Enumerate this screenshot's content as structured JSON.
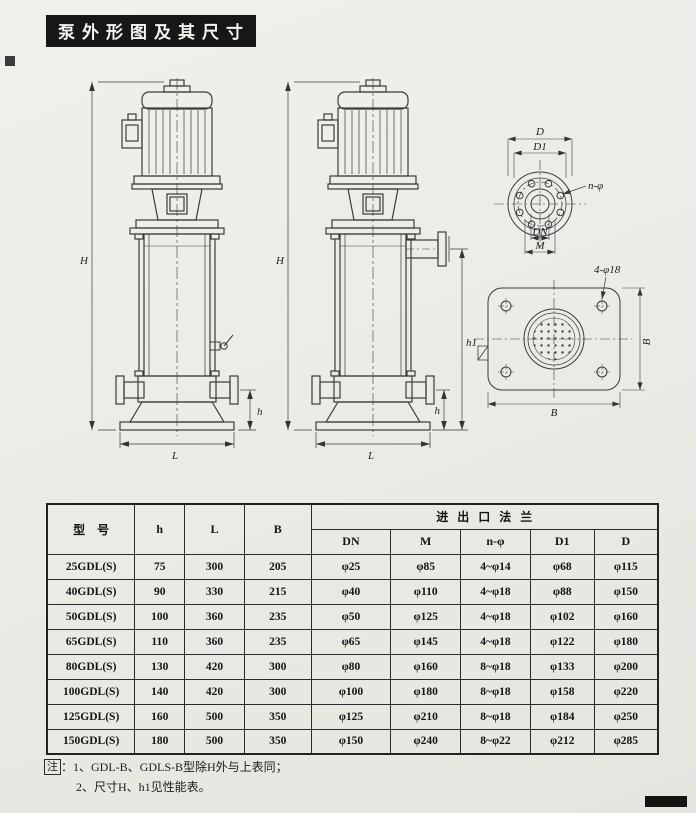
{
  "page": {
    "title": "泵外形图及其尺寸"
  },
  "drawings": {
    "pump_left": {
      "H": "H",
      "h": "h",
      "L": "L"
    },
    "pump_mid": {
      "H": "H",
      "h": "h",
      "h1": "h1",
      "L": "L"
    },
    "flange_round": {
      "D": "D",
      "D1": "D1",
      "DN": "DN",
      "M": "M",
      "n_phi": "n-φ"
    },
    "flange_square": {
      "holes": "4-φ18",
      "B_right": "B",
      "B_bottom": "B"
    }
  },
  "table": {
    "headers": {
      "model": "型号",
      "h": "h",
      "L": "L",
      "B": "B",
      "flange": "进出口法兰",
      "DN": "DN",
      "M": "M",
      "n_phi": "n-φ",
      "D1": "D1",
      "D": "D"
    },
    "rows": [
      {
        "model": "25GDL(S)",
        "h": "75",
        "L": "300",
        "B": "205",
        "DN": "φ25",
        "M": "φ85",
        "n_phi": "4~φ14",
        "D1": "φ68",
        "D": "φ115"
      },
      {
        "model": "40GDL(S)",
        "h": "90",
        "L": "330",
        "B": "215",
        "DN": "φ40",
        "M": "φ110",
        "n_phi": "4~φ18",
        "D1": "φ88",
        "D": "φ150"
      },
      {
        "model": "50GDL(S)",
        "h": "100",
        "L": "360",
        "B": "235",
        "DN": "φ50",
        "M": "φ125",
        "n_phi": "4~φ18",
        "D1": "φ102",
        "D": "φ160"
      },
      {
        "model": "65GDL(S)",
        "h": "110",
        "L": "360",
        "B": "235",
        "DN": "φ65",
        "M": "φ145",
        "n_phi": "4~φ18",
        "D1": "φ122",
        "D": "φ180"
      },
      {
        "model": "80GDL(S)",
        "h": "130",
        "L": "420",
        "B": "300",
        "DN": "φ80",
        "M": "φ160",
        "n_phi": "8~φ18",
        "D1": "φ133",
        "D": "φ200"
      },
      {
        "model": "100GDL(S)",
        "h": "140",
        "L": "420",
        "B": "300",
        "DN": "φ100",
        "M": "φ180",
        "n_phi": "8~φ18",
        "D1": "φ158",
        "D": "φ220"
      },
      {
        "model": "125GDL(S)",
        "h": "160",
        "L": "500",
        "B": "350",
        "DN": "φ125",
        "M": "φ210",
        "n_phi": "8~φ18",
        "D1": "φ184",
        "D": "φ250"
      },
      {
        "model": "150GDL(S)",
        "h": "180",
        "L": "500",
        "B": "350",
        "DN": "φ150",
        "M": "φ240",
        "n_phi": "8~φ22",
        "D1": "φ212",
        "D": "φ285"
      }
    ]
  },
  "notes": {
    "label": "注",
    "colon": "：",
    "line1": "1、GDL-B、GDLS-B型除H外与上表同；",
    "line2": "2、尺寸H、h1见性能表。"
  }
}
